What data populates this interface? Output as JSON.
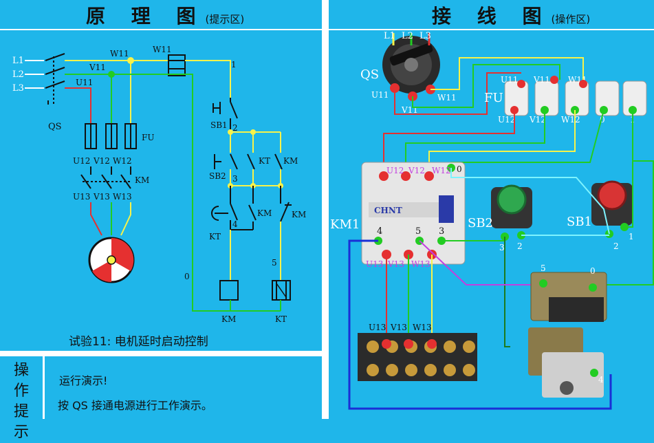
{
  "left_title": {
    "main": "原 理 图",
    "sub": "(提示区)"
  },
  "right_title": {
    "main": "接 线 图",
    "sub": "(操作区)"
  },
  "schematic": {
    "phases": [
      "L1",
      "L2",
      "L3"
    ],
    "qs_label": "QS",
    "fu_label": "FU",
    "km_label": "KM",
    "w11": "W11",
    "v11": "V11",
    "u11": "U11",
    "w11_top": "W11",
    "fuse_out": [
      "U12",
      "V12",
      "W12"
    ],
    "contact_out": [
      "U13",
      "V13",
      "W13"
    ],
    "node_1": "1",
    "node_2": "2",
    "node_3": "3",
    "node_4": "4",
    "node_5": "5",
    "node_0": "0",
    "sb1": "SB1",
    "sb2": "SB2",
    "kt": "KT",
    "kt_label2": "KT",
    "km_contact": "KM",
    "km_contact2": "KM",
    "km_contact3": "KM",
    "kt_contact": "KT",
    "km_contact4": "KM",
    "coil_km": "KM",
    "coil_kt": "KT"
  },
  "caption": "试验11: 电机延时启动控制",
  "operation": {
    "side_label": [
      "操",
      "作",
      "提",
      "示"
    ],
    "line1": "运行演示!",
    "line2": "按 QS 接通电源进行工作演示。"
  },
  "wiring": {
    "qs": "QS",
    "qs_top": [
      "L1",
      "L2",
      "L3"
    ],
    "qs_out": [
      "U11",
      "V11",
      "W11"
    ],
    "fu": "FU",
    "fu_in": [
      "U11",
      "V11",
      "W11"
    ],
    "fu_out": [
      "U12",
      "V12",
      "W12",
      "0",
      "1"
    ],
    "km1": "KM1",
    "km_top": [
      "U12",
      "V12",
      "W12",
      "0"
    ],
    "km_mid": [
      "4",
      "5",
      "3"
    ],
    "km_bot": [
      "U13",
      "V13",
      "W13"
    ],
    "sb2": "SB2",
    "sb2_terms": [
      "3",
      "2"
    ],
    "sb1": "SB1",
    "sb1_terms": [
      "2",
      "1"
    ],
    "kt_terms": [
      "5",
      "0",
      "4"
    ],
    "terminal_labels": [
      "U13",
      "V13",
      "W13"
    ],
    "brand": "CHNT"
  },
  "colors": {
    "background": "#1fb6ea",
    "yellow": "#f7f34a",
    "green": "#22cc22",
    "red": "#e53030",
    "blue": "#1a2fd6",
    "purple": "#c33ee0",
    "cyan": "#7ef3ff"
  }
}
